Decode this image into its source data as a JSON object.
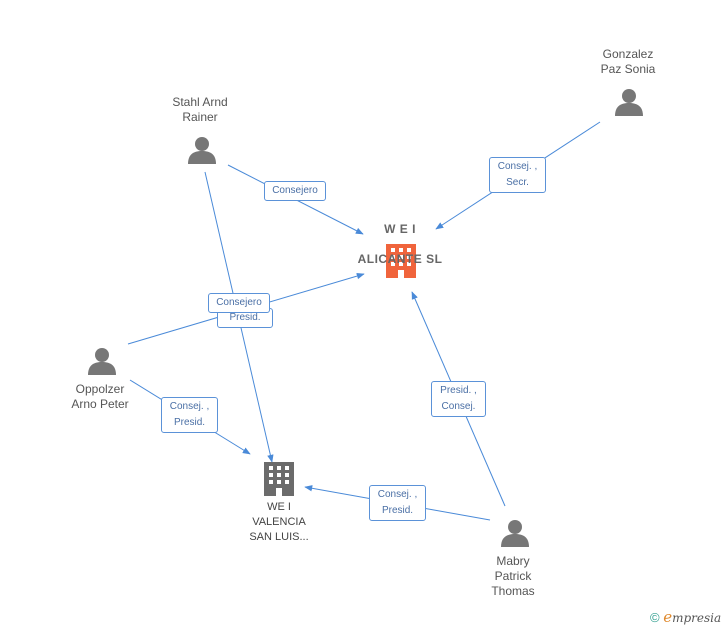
{
  "nodes": {
    "wei_alicante": {
      "line1": "W E I",
      "line2": "ALICANTE SL",
      "color": "#f0643c"
    },
    "wei_valencia": {
      "label": "WE I\nVALENCIA\nSAN LUIS...",
      "color": "#6b6b6b"
    },
    "stahl": {
      "label": "Stahl Arnd\nRainer"
    },
    "gonzalez": {
      "label": "Gonzalez\nPaz Sonia"
    },
    "oppolzer": {
      "label": "Oppolzer\nArno Peter"
    },
    "mabry": {
      "label": "Mabry\nPatrick\nThomas"
    }
  },
  "edges": {
    "stahl_alicante": "Consejero",
    "stahl_valencia": "Presid.",
    "gonzalez_alicante": "Consej. ,\nSecr.",
    "oppolzer_alicante": "Consejero",
    "oppolzer_valencia": "Consej. ,\nPresid.",
    "mabry_alicante": "Presid. ,\nConsej.",
    "mabry_valencia": "Consej. ,\nPresid."
  },
  "colors": {
    "edge": "#4a8ad8",
    "person_icon": "#777777"
  },
  "footer": {
    "copyright": "©",
    "brand_e": "e",
    "brand_rest": "mpresia"
  }
}
